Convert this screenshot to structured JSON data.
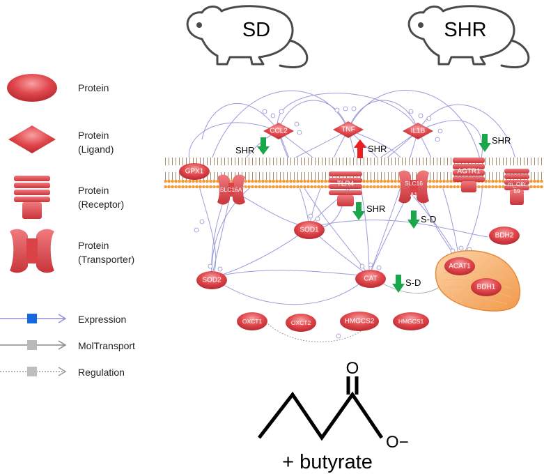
{
  "rats": {
    "left": "SD",
    "right": "SHR"
  },
  "legend": {
    "protein": "Protein",
    "ligand": "Protein\n(Ligand)",
    "receptor": "Protein\n(Receptor)",
    "transporter": "Protein\n(Transporter)",
    "expression": "Expression",
    "moltransport": "MolTransport",
    "regulation": "Regulation"
  },
  "nodes": {
    "ccl2": "CCL2",
    "tnf": "TNF",
    "il1b": "IL1B",
    "gpx1": "GPX1",
    "slc16a7": "SLC16A7",
    "tlr4": "TLR4",
    "slc16a1_a": "SLC16",
    "slc16a1_b": "A1",
    "agtr1": "AGTR1",
    "olfr_a": "m_Olfr",
    "olfr_b": "59",
    "sod1": "SOD1",
    "bdh2": "BDH2",
    "sod2": "SOD2",
    "cat": "CAT",
    "acat1": "ACAT1",
    "bdh1": "BDH1",
    "oxct1": "OXCT1",
    "oxct2": "OXCT2",
    "hmgcs2": "HMGCS2",
    "hmgcs1": "HMGCS1"
  },
  "annotations": {
    "ccl2": "SHR",
    "tnf": "SHR",
    "agtr1": "SHR",
    "tlr4": "SHR",
    "slc16a1": "S-D",
    "cat": "S-D"
  },
  "colors": {
    "node_red": "#e0474c",
    "membrane_orange": "#f39a3a",
    "arrow_down": "#1aa64a",
    "arrow_up": "#e8201f",
    "edge": "#8f8fd6",
    "expression_square": "#1468e0"
  },
  "molecule": {
    "oxygen": "O",
    "anion": "O−",
    "caption": "+ butyrate"
  }
}
